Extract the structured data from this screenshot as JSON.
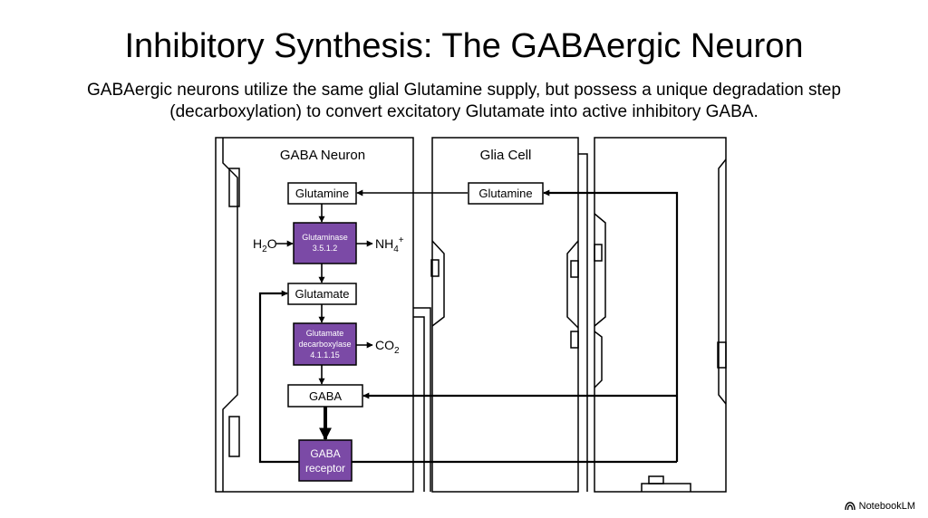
{
  "title": "Inhibitory Synthesis: The GABAergic Neuron",
  "subtitle": "GABAergic neurons utilize the same glial Glutamine supply, but possess a unique degradation step (decarboxylation) to convert excitatory Glutamate into active inhibitory GABA.",
  "panels": {
    "gaba_neuron": "GABA Neuron",
    "glia_cell": "Glia Cell"
  },
  "nodes": {
    "glutamine_neuron": "Glutamine",
    "glutamine_glia": "Glutamine",
    "glutamate": "Glutamate",
    "gaba": "GABA"
  },
  "enzymes": {
    "glutaminase": {
      "name": "Glutaminase",
      "ec": "3.5.1.2"
    },
    "decarboxylase": {
      "name_line1": "Glutamate",
      "name_line2": "decarboxylase",
      "ec": "4.1.1.15"
    },
    "receptor": {
      "line1": "GABA",
      "line2": "receptor"
    }
  },
  "side_products": {
    "water_base": "H",
    "water_sub": "2",
    "water_tail": "O",
    "ammonium_base": "NH",
    "ammonium_sub": "4",
    "ammonium_sup": "+",
    "co2_base": "CO",
    "co2_sub": "2"
  },
  "colors": {
    "enzyme_fill": "#7b4aa6",
    "enzyme_text": "#ffffff",
    "line": "#000000"
  },
  "brand": {
    "label": "NotebookLM",
    "icon": "notebooklm-logo-icon"
  }
}
